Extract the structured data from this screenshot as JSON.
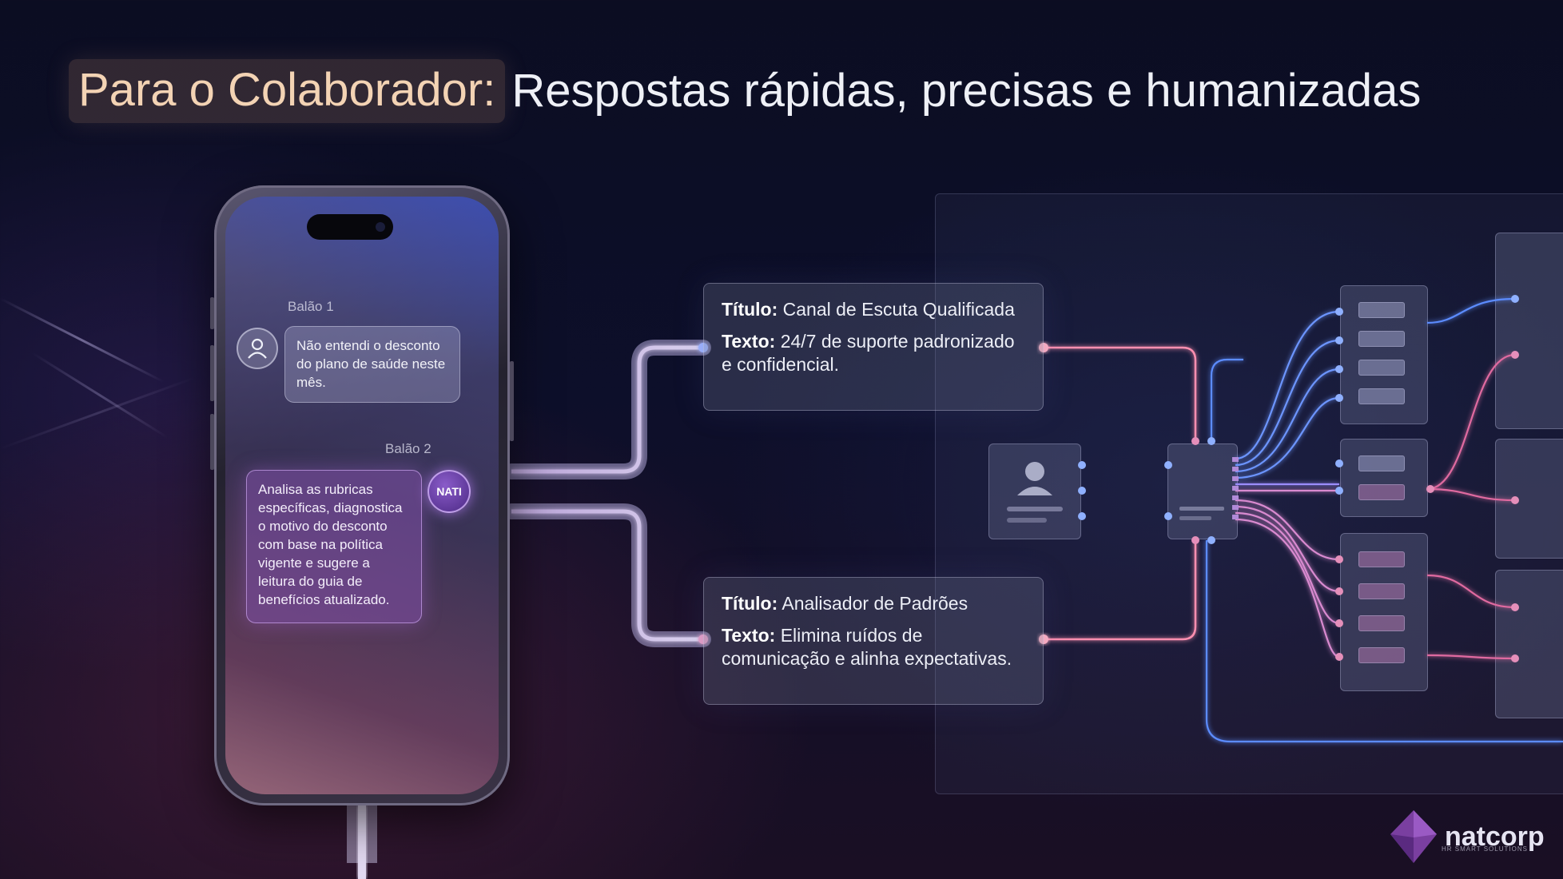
{
  "title": {
    "highlight": "Para o Colaborador:",
    "rest": "Respostas rápidas, precisas e humanizadas"
  },
  "phone": {
    "balao1_label": "Balão 1",
    "balao1_text": "Não entendi o desconto do plano de saúde neste mês.",
    "balao2_label": "Balão 2",
    "balao2_text": "Analisa as rubricas específicas, diagnostica o motivo do desconto com base na política vigente e sugere a leitura do guia de benefícios atualizado.",
    "nati_label": "NATI"
  },
  "cards": [
    {
      "title_key": "Título:",
      "title_value": "Canal de Escuta Qualificada",
      "text_key": "Texto:",
      "text_value": "24/7 de suporte padronizado e confidencial."
    },
    {
      "title_key": "Título:",
      "title_value": "Analisador de Padrões",
      "text_key": "Texto:",
      "text_value": "Elimina ruídos de comunicação e alinha expectativas."
    }
  ],
  "logo": {
    "name": "natcorp",
    "tagline": "HR SMART SOLUTIONS"
  },
  "colors": {
    "background": "#0d0f2a",
    "title_highlight": "#f3d3b4",
    "accent_blue": "#5b8cff",
    "accent_pink": "#ff7fa8",
    "nati_purple": "#6a3fb0"
  },
  "icons": [
    "user-icon",
    "person-card-icon",
    "processor-chip-icon",
    "logo-diamond-icon"
  ]
}
